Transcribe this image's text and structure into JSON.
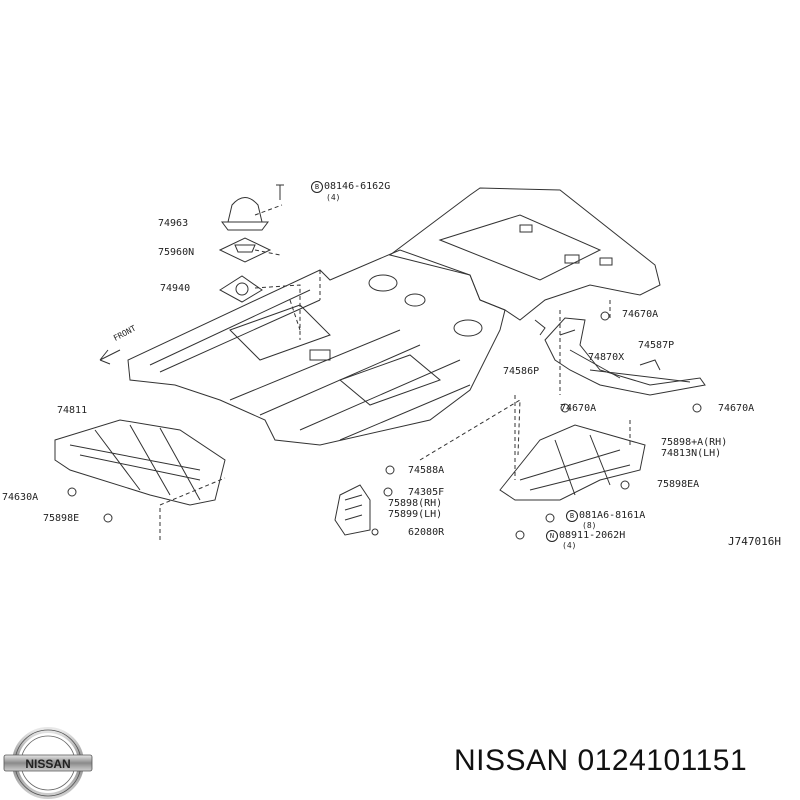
{
  "diagram": {
    "front_label": "FRONT",
    "reference_code": "J747016H",
    "callouts": [
      {
        "id": "c1",
        "text": "08146-6162G",
        "symbol": "B",
        "sub": "(4)"
      },
      {
        "id": "c2",
        "text": "74963"
      },
      {
        "id": "c3",
        "text": "75960N"
      },
      {
        "id": "c4",
        "text": "74940"
      },
      {
        "id": "c5",
        "text": "74670A"
      },
      {
        "id": "c6",
        "text": "74587P"
      },
      {
        "id": "c7",
        "text": "74586P"
      },
      {
        "id": "c8",
        "text": "74870X"
      },
      {
        "id": "c9",
        "text": "74670A"
      },
      {
        "id": "c10",
        "text": "74670A"
      },
      {
        "id": "c11",
        "text": "74811"
      },
      {
        "id": "c12",
        "text": "74630A"
      },
      {
        "id": "c13",
        "text": "75898E"
      },
      {
        "id": "c14",
        "text": "74588A"
      },
      {
        "id": "c15",
        "text": "74305F"
      },
      {
        "id": "c16",
        "text": "75898(RH)"
      },
      {
        "id": "c17",
        "text": "75899(LH)"
      },
      {
        "id": "c18",
        "text": "62080R"
      },
      {
        "id": "c19",
        "text": "75898+A(RH)"
      },
      {
        "id": "c20",
        "text": "74813N(LH)"
      },
      {
        "id": "c21",
        "text": "75898EA"
      },
      {
        "id": "c22",
        "text": "081A6-8161A",
        "symbol": "B",
        "sub": "(8)"
      },
      {
        "id": "c23",
        "text": "08911-2062H",
        "symbol": "N",
        "sub": "(4)"
      }
    ]
  },
  "footer": {
    "brand_logo_text": "NISSAN",
    "part_number_text": "NISSAN 0124101151"
  }
}
